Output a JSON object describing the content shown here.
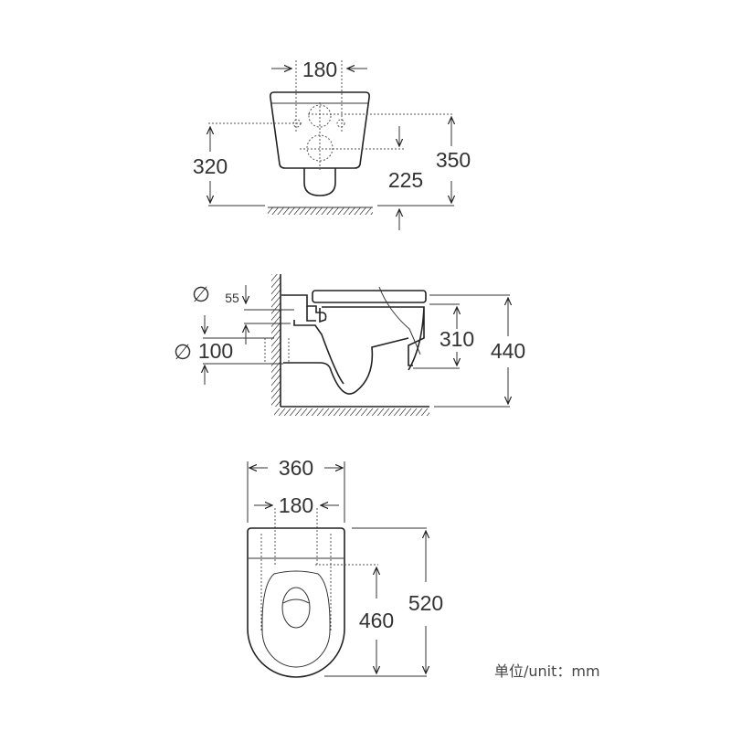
{
  "front_view": {
    "hole_spacing": "180",
    "inlet_height": "320",
    "outlet_height": "225",
    "top_height": "350"
  },
  "side_view": {
    "diameter_symbol": "∅",
    "inlet_diameter": "55",
    "outlet_diameter": "100",
    "rim_to_outlet": "310",
    "total_height": "440"
  },
  "top_view": {
    "width": "360",
    "hole_spacing": "180",
    "fixing_to_front": "460",
    "length": "520"
  },
  "unit_label": "单位/unit：mm"
}
